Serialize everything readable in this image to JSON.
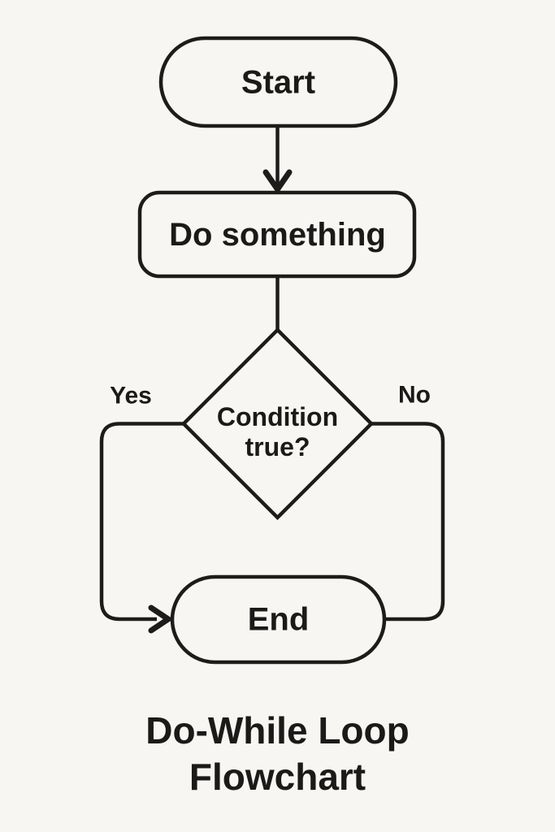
{
  "flowchart": {
    "title": {
      "text": "Do-While Loop Flowchart",
      "lines": [
        "Do-While Loop",
        "Flowchart"
      ]
    },
    "nodes": {
      "start": {
        "type": "terminator",
        "label": "Start"
      },
      "process": {
        "type": "process",
        "label": "Do something"
      },
      "decision": {
        "type": "decision",
        "label": "Condition true?",
        "lines": [
          "Condition",
          "true?"
        ]
      },
      "end": {
        "type": "terminator",
        "label": "End"
      }
    },
    "edges": [
      {
        "from": "start",
        "to": "process",
        "label": "",
        "arrowhead": true
      },
      {
        "from": "process",
        "to": "decision",
        "label": "",
        "arrowhead": false
      },
      {
        "from": "decision",
        "to": "end",
        "side": "left",
        "label": "Yes",
        "arrowhead": true
      },
      {
        "from": "decision",
        "to": "end",
        "side": "right",
        "label": "No",
        "arrowhead": false
      }
    ],
    "colors": {
      "background": "#f7f6f3",
      "stroke": "#1d1c1a",
      "text": "#1b1a18"
    }
  }
}
